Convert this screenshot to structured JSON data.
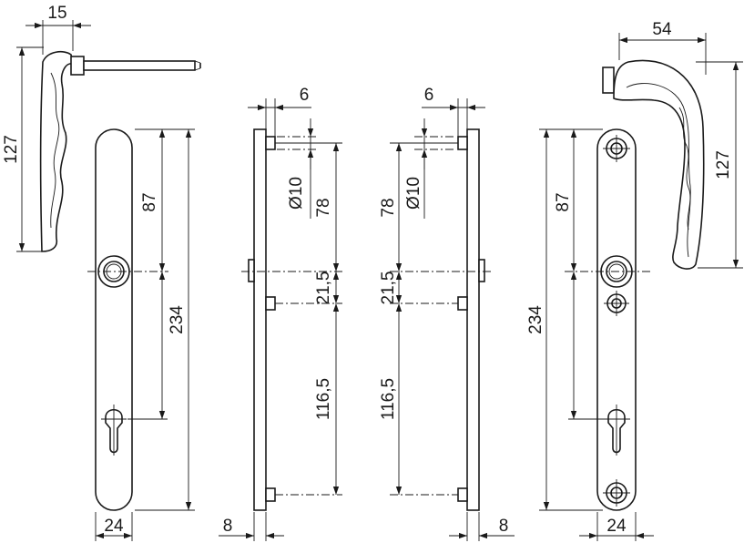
{
  "dimensions": {
    "handle_projection": "15",
    "handle_height_left": "127",
    "handle_projection_right": "54",
    "handle_height_right": "127",
    "spindle_to_top_left": "87",
    "spindle_to_top_right": "87",
    "plate_length_left": "234",
    "plate_length_right": "234",
    "plate_width_left": "24",
    "plate_width_right": "24",
    "plate_thickness_left": "8",
    "plate_thickness_right": "8",
    "rosette_depth_a": "6",
    "rosette_depth_b": "6",
    "hole_diameter_a": "Ø10",
    "hole_diameter_b": "Ø10",
    "top_hole_to_spindle_a": "78",
    "top_hole_to_spindle_b": "78",
    "spindle_to_mid_a": "21,5",
    "spindle_to_mid_b": "21,5",
    "mid_to_bottom_a": "116,5",
    "mid_to_bottom_b": "116,5"
  }
}
